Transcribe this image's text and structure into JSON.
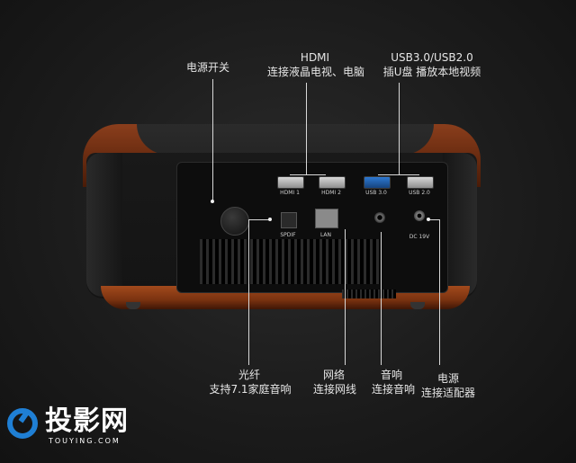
{
  "callouts": {
    "power_switch": "电源开关",
    "hdmi_title": "HDMI",
    "hdmi_desc": "连接液晶电视、电脑",
    "usb_title": "USB3.0/USB2.0",
    "usb_desc": "插U盘 播放本地视频",
    "optical_title": "光纤",
    "optical_desc": "支持7.1家庭音响",
    "network_title": "网络",
    "network_desc": "连接网线",
    "audio_title": "音响",
    "audio_desc": "连接音响",
    "power_title": "电源",
    "power_desc": "连接适配器"
  },
  "ports": {
    "hdmi1": "HDMI 1",
    "hdmi2": "HDMI 2",
    "usb3": "USB 3.0",
    "usb2": "USB 2.0",
    "spdif": "SPDIF",
    "lan": "LAN",
    "dc": "DC 19V"
  },
  "logo": {
    "name": "投影网",
    "domain": "TOUYING.COM"
  },
  "colors": {
    "background": "#1c1c1c",
    "wood": "#8a3e1c",
    "logo_blue": "#1f7fd4"
  }
}
